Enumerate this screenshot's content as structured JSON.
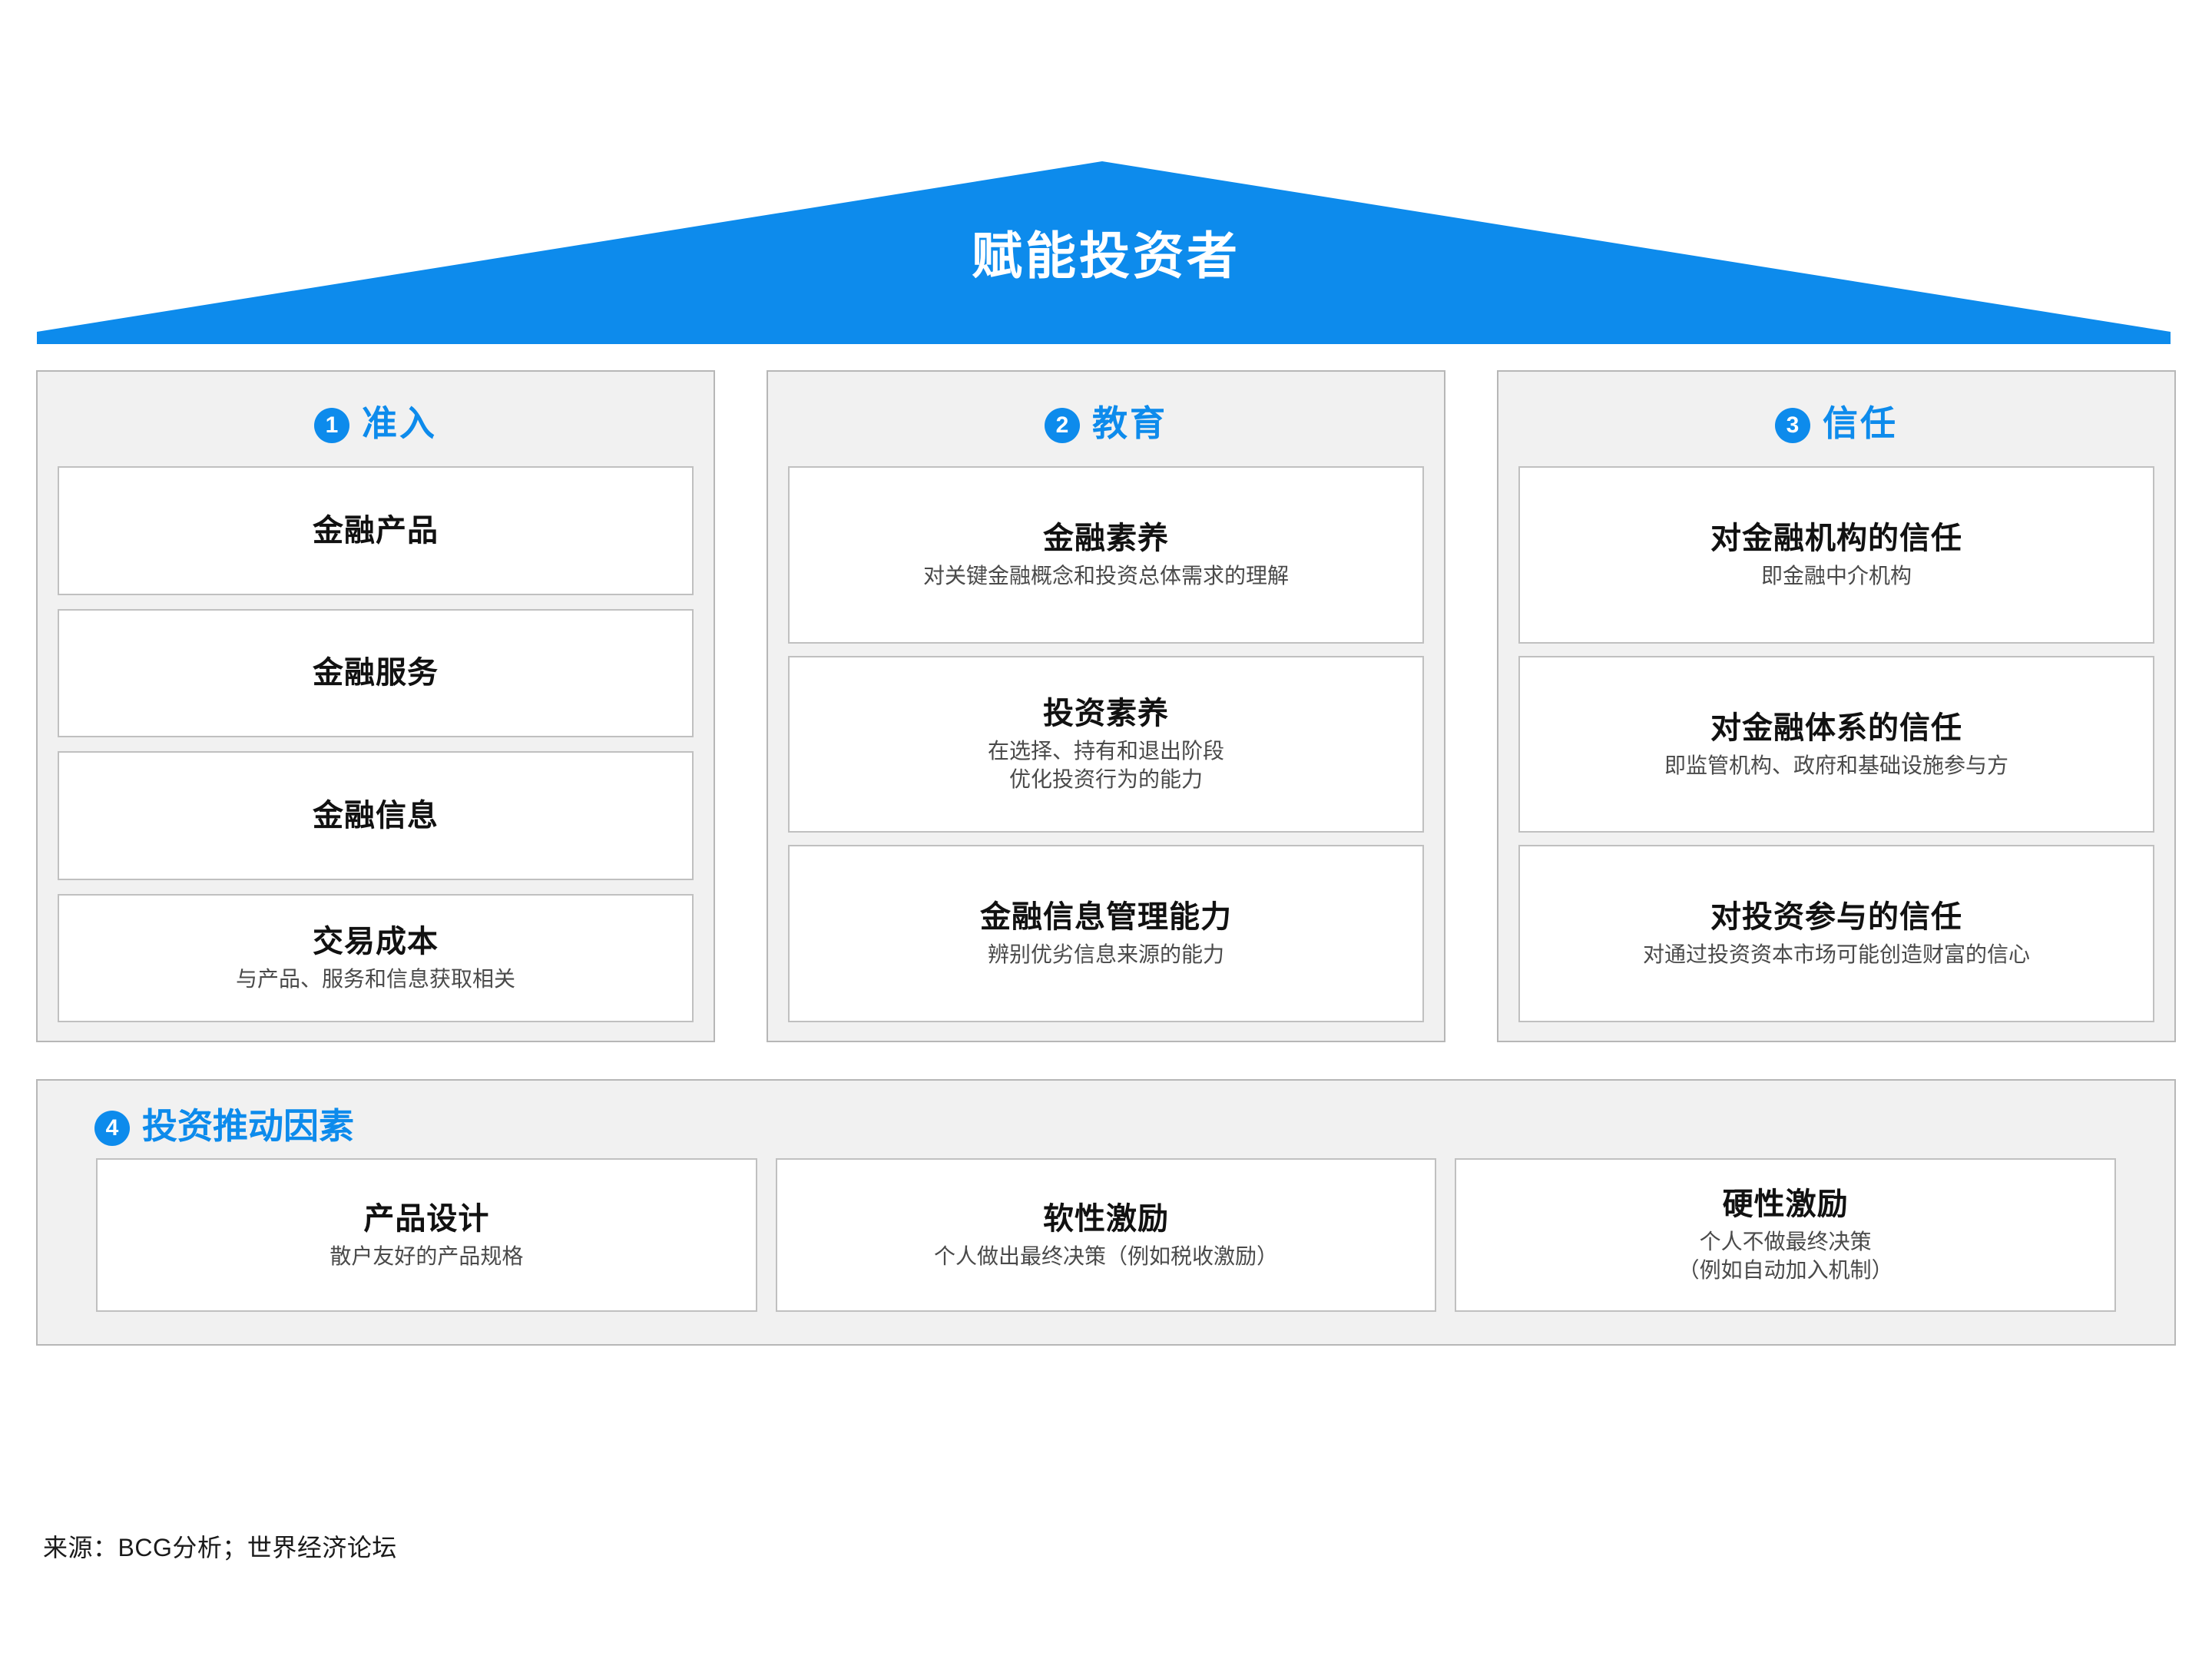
{
  "roof": {
    "title": "赋能投资者",
    "color": "#0d8bec"
  },
  "accent_color": "#0d8bec",
  "pillars": [
    {
      "number": "1",
      "label": "准入",
      "cards": [
        {
          "title": "金融产品",
          "sub": ""
        },
        {
          "title": "金融服务",
          "sub": ""
        },
        {
          "title": "金融信息",
          "sub": ""
        },
        {
          "title": "交易成本",
          "sub": "与产品、服务和信息获取相关"
        }
      ]
    },
    {
      "number": "2",
      "label": "教育",
      "cards": [
        {
          "title": "金融素养",
          "sub": "对关键金融概念和投资总体需求的理解"
        },
        {
          "title": "投资素养",
          "sub": "在选择、持有和退出阶段\n优化投资行为的能力"
        },
        {
          "title": "金融信息管理能力",
          "sub": "辨别优劣信息来源的能力"
        }
      ]
    },
    {
      "number": "3",
      "label": "信任",
      "cards": [
        {
          "title": "对金融机构的信任",
          "sub": "即金融中介机构"
        },
        {
          "title": "对金融体系的信任",
          "sub": "即监管机构、政府和基础设施参与方"
        },
        {
          "title": "对投资参与的信任",
          "sub": "对通过投资资本市场可能创造财富的信心"
        }
      ]
    }
  ],
  "drivers": {
    "number": "4",
    "label": "投资推动因素",
    "cards": [
      {
        "title": "产品设计",
        "sub": "散户友好的产品规格"
      },
      {
        "title": "软性激励",
        "sub": "个人做出最终决策（例如税收激励）"
      },
      {
        "title": "硬性激励",
        "sub": "个人不做最终决策\n（例如自动加入机制）"
      }
    ]
  },
  "source": "来源：BCG分析；世界经济论坛"
}
